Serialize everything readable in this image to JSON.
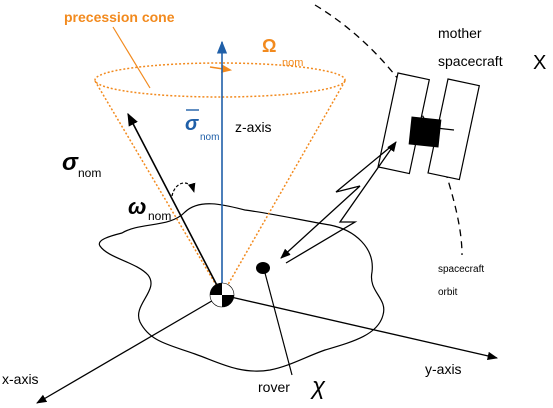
{
  "labels": {
    "precession_cone": "precession cone",
    "omega_nom_symbol": "Ω",
    "omega_nom_sub": "nom",
    "sigma_bar_symbol": "σ",
    "sigma_bar_sub": "nom",
    "z_axis": "z-axis",
    "sigma_nom_symbol": "σ",
    "sigma_nom_sub": "nom",
    "small_omega_symbol": "ω",
    "small_omega_sub": "nom",
    "mother_line1": "mother",
    "mother_line2": "spacecraft",
    "mother_symbol": "X",
    "spacecraft_orbit_line1": "spacecraft",
    "spacecraft_orbit_line2": "orbit",
    "x_axis": "x-axis",
    "y_axis": "y-axis",
    "rover_label": "rover",
    "rover_symbol": "χ"
  },
  "colors": {
    "orange": "#f28a1e",
    "blue": "#1f5fa8",
    "black": "#000000"
  }
}
